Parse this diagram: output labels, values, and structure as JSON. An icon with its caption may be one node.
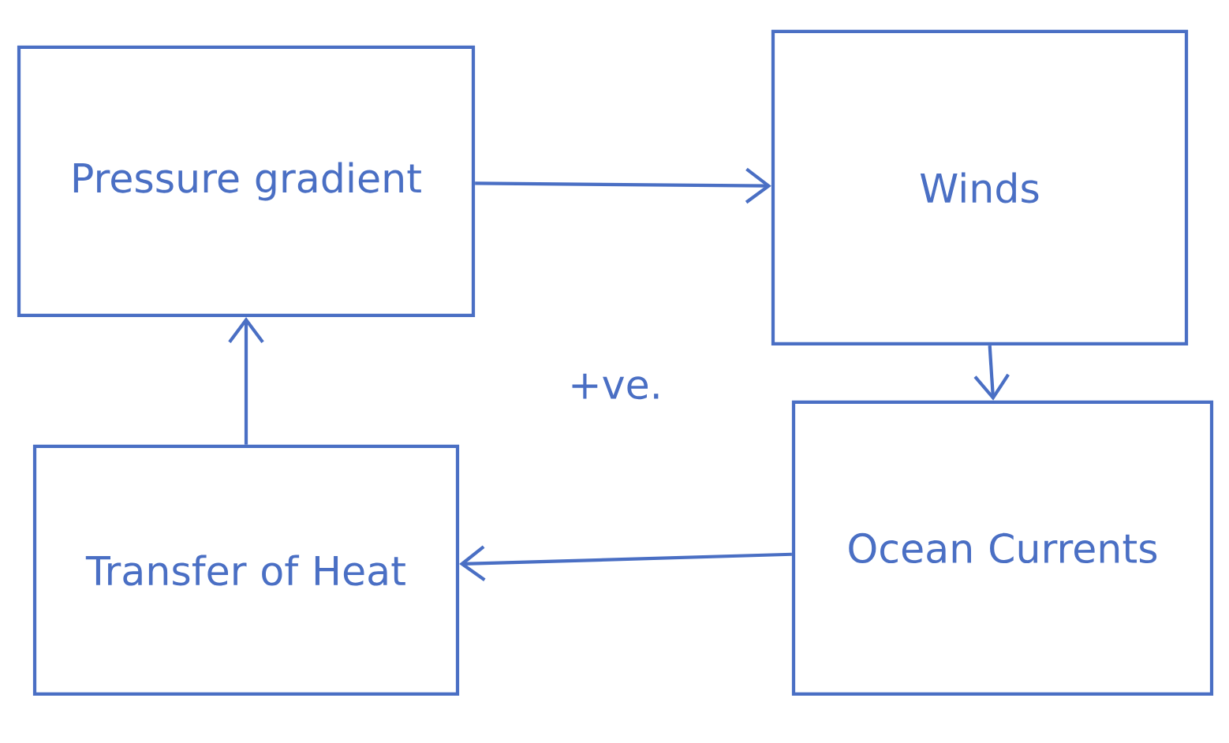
{
  "diagram": {
    "nodes": [
      {
        "text": [
          "Pressure gradient"
        ]
      },
      {
        "text": [
          "Winds"
        ]
      },
      {
        "text": [
          "Ocean Currents"
        ]
      },
      {
        "text": [
          "Transfer of Heat"
        ]
      }
    ],
    "edges": [
      {
        "from": 0,
        "to": 1,
        "arrow": "to"
      },
      {
        "from": 1,
        "to": 2,
        "arrow": "to"
      },
      {
        "from": 2,
        "to": 3,
        "arrow": "to"
      },
      {
        "from": 3,
        "to": 0,
        "arrow": "to"
      }
    ],
    "labels": [
      "+ve."
    ]
  }
}
